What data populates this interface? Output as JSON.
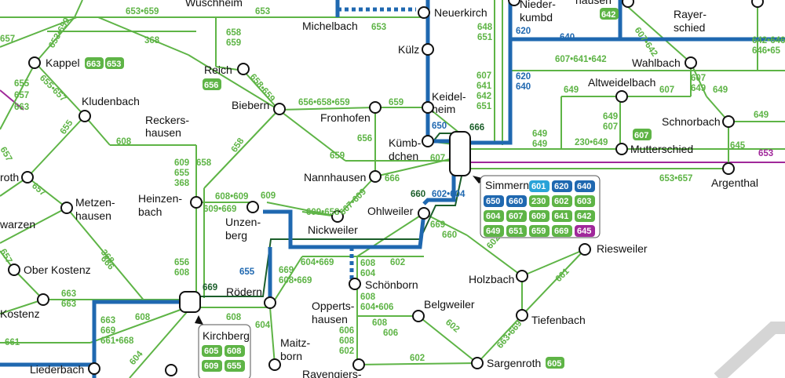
{
  "colors": {
    "green": "#5eb446",
    "blue": "#1f68b0",
    "lightblue": "#29a3d8",
    "darkgreen": "#1b5e2a",
    "purple": "#a0289a",
    "grey": "#d0d0d0"
  },
  "stations": {
    "wuschheim": "Wuschheim",
    "michelbach": "Michelbach",
    "neuerkirch": "Neuerkirch",
    "kulz": "Külz",
    "niederkumbd": [
      "Nieder-",
      "kumbd"
    ],
    "hausen_top": "hausen",
    "rayerschied": [
      "Rayer-",
      "schied"
    ],
    "kappel": "Kappel",
    "reich": "Reich",
    "kludenbach": "Kludenbach",
    "keidelheim": [
      "Keidel-",
      "heim"
    ],
    "altweidelbach": "Altweidelbach",
    "wahlbach": "Wahlbach",
    "biebern": "Biebern",
    "fronhofen": "Fronhofen",
    "reckershausen": [
      "Reckers-",
      "hausen"
    ],
    "kumbdchen": [
      "Kümb-",
      "dchen"
    ],
    "schnorbach": "Schnorbach",
    "mutterschied": "Mutterschied",
    "roth": "roth",
    "nannhausen": "Nannhausen",
    "simmern": "Simmern",
    "argenthal": "Argenthal",
    "metzenhausen": [
      "Metzen-",
      "hausen"
    ],
    "heinzenbach": [
      "Heinzen-",
      "bach"
    ],
    "unzenberg": [
      "Unzen-",
      "berg"
    ],
    "nickweiler": "Nickweiler",
    "ohlweiler": "Ohlweiler",
    "warzen": "warzen",
    "riesweiler": "Riesweiler",
    "oberkostenz": "Ober Kostenz",
    "holzbach": "Holzbach",
    "schonborn": "Schönborn",
    "rodern": "Rödern",
    "kostenz": "Kostenz",
    "oppertshausen": [
      "Opperts-",
      "hausen"
    ],
    "belgweiler": "Belgweiler",
    "tiefenbach": "Tiefenbach",
    "kirchberg": "Kirchberg",
    "maitzborn": [
      "Maitz-",
      "born"
    ],
    "liederbach": "Liederbach",
    "sargenroth": "Sargenroth",
    "ravengiersburg": "Ravengiers-"
  },
  "station_badges": {
    "kappel": [
      "663",
      "653"
    ],
    "reich": [
      "656"
    ],
    "hausen_top": [
      "642"
    ],
    "schnorbach": [
      "607"
    ],
    "sargenroth": [
      "605"
    ]
  },
  "route_labels": [
    "653•659",
    "653",
    "658",
    "659",
    "653",
    "648",
    "651",
    "620",
    "640",
    "607•642",
    "642•646",
    "646•65",
    "657",
    "653•659",
    "368",
    "655",
    "657",
    "663",
    "655•657",
    "658•659",
    "656•658•659",
    "659",
    "650",
    "666",
    "607",
    "641",
    "642",
    "651",
    "620",
    "640",
    "607•641•642",
    "607",
    "649",
    "607",
    "649",
    "649",
    "607",
    "649",
    "649",
    "645",
    "653",
    "657",
    "655",
    "608",
    "609",
    "655",
    "368",
    "658",
    "656",
    "658",
    "659",
    "607",
    "649",
    "649",
    "230•649",
    "653•657",
    "657",
    "368",
    "608•609",
    "609•669",
    "609",
    "609•658",
    "607•609",
    "666",
    "660",
    "602•604",
    "669",
    "660",
    "655",
    "656",
    "608",
    "669",
    "608•669",
    "604•669",
    "602",
    "602",
    "661",
    "663",
    "663",
    "657",
    "666",
    "669",
    "608",
    "608",
    "604",
    "608",
    "604",
    "608",
    "604•606",
    "608",
    "606",
    "602",
    "663•669",
    "661",
    "663",
    "669",
    "661•668",
    "604",
    "606",
    "608",
    "602",
    "602"
  ],
  "simmern_box": {
    "title": "Simmern",
    "badges": [
      {
        "t": "601",
        "c": "lightblue"
      },
      {
        "t": "620",
        "c": "blue"
      },
      {
        "t": "640",
        "c": "blue"
      },
      {
        "t": "650",
        "c": "blue"
      },
      {
        "t": "660",
        "c": "blue"
      },
      {
        "t": "230",
        "c": "green"
      },
      {
        "t": "602",
        "c": "green"
      },
      {
        "t": "603",
        "c": "green"
      },
      {
        "t": "604",
        "c": "green"
      },
      {
        "t": "607",
        "c": "green"
      },
      {
        "t": "609",
        "c": "green"
      },
      {
        "t": "641",
        "c": "green"
      },
      {
        "t": "642",
        "c": "green"
      },
      {
        "t": "649",
        "c": "green"
      },
      {
        "t": "651",
        "c": "green"
      },
      {
        "t": "659",
        "c": "green"
      },
      {
        "t": "669",
        "c": "green"
      },
      {
        "t": "645",
        "c": "purple"
      }
    ]
  },
  "kirchberg_box": {
    "title": "Kirchberg",
    "badges": [
      {
        "t": "605",
        "c": "green"
      },
      {
        "t": "608",
        "c": "green"
      },
      {
        "t": "609",
        "c": "green"
      },
      {
        "t": "655",
        "c": "green"
      }
    ]
  }
}
